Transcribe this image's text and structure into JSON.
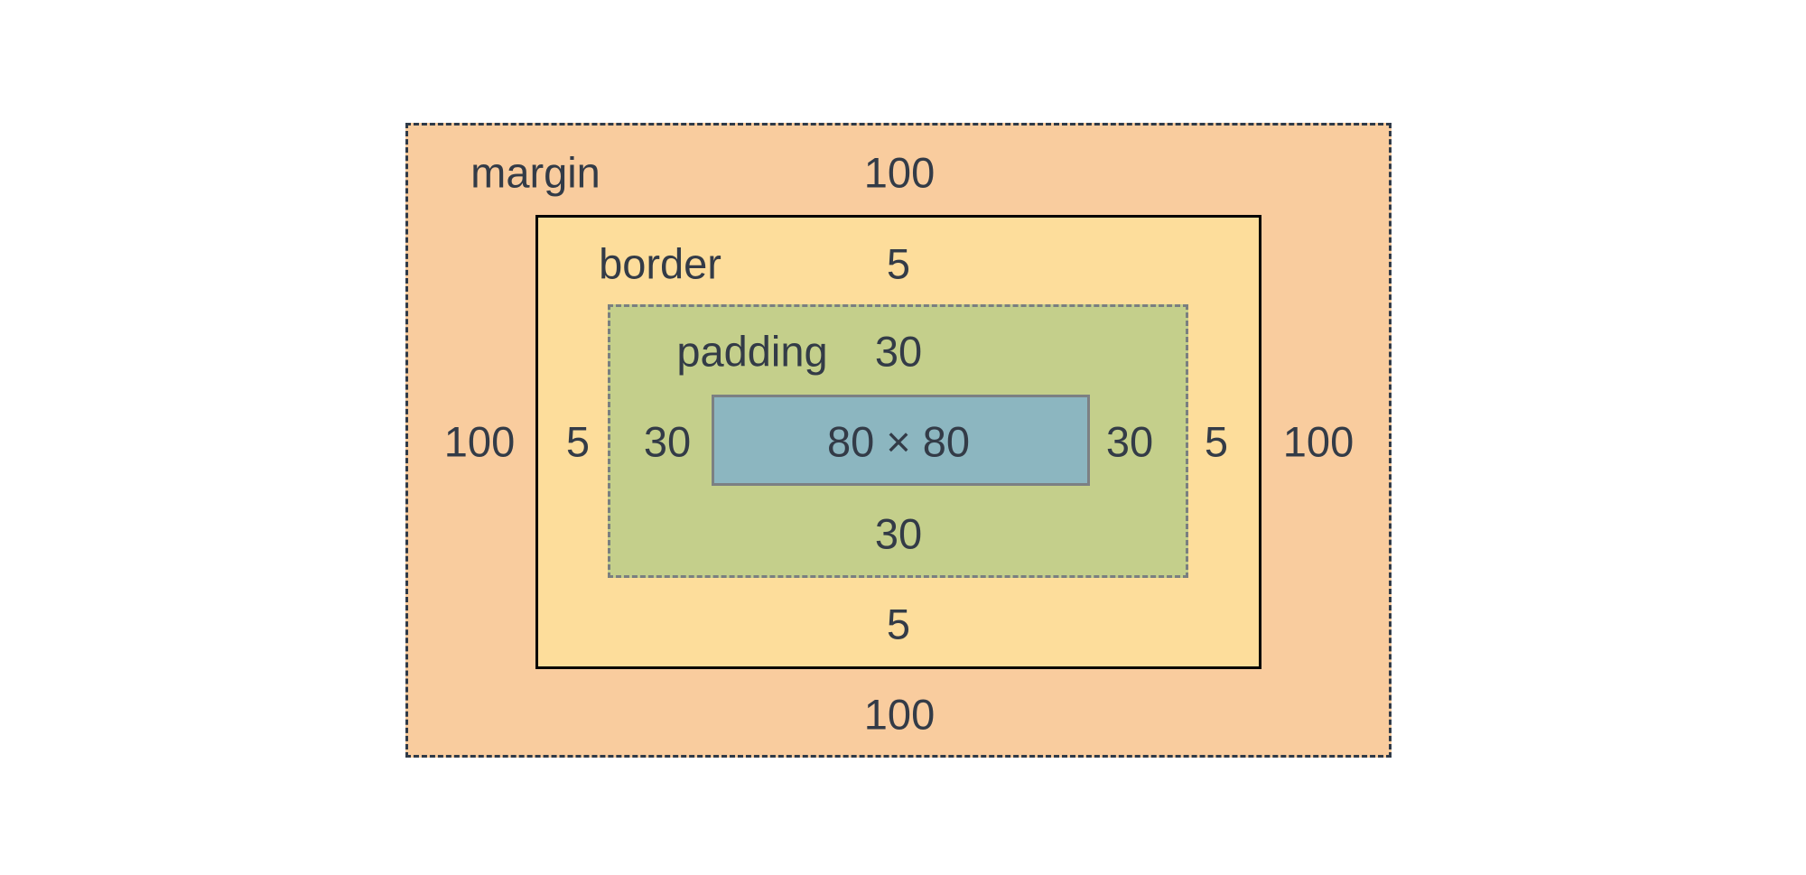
{
  "colors": {
    "margin": "#f9cc9e",
    "border": "#fddd9b",
    "padding": "#c4cf8b",
    "content": "#8cb6c0",
    "text": "#333b47"
  },
  "margin": {
    "label": "margin",
    "top": "100",
    "right": "100",
    "bottom": "100",
    "left": "100"
  },
  "border": {
    "label": "border",
    "top": "5",
    "right": "5",
    "bottom": "5",
    "left": "5"
  },
  "padding": {
    "label": "padding",
    "top": "30",
    "right": "30",
    "bottom": "30",
    "left": "30"
  },
  "content": {
    "size": "80 × 80"
  }
}
